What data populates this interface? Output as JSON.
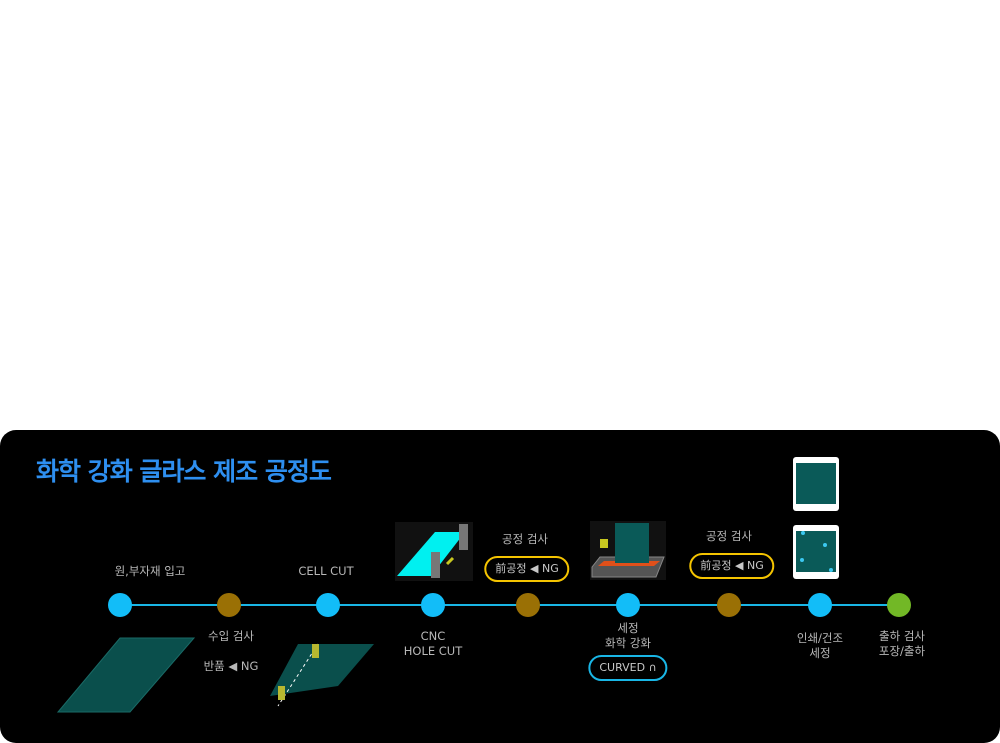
{
  "title": "화학 강화 글라스 제조 공정도",
  "colors": {
    "process": "#12bdf8",
    "inspection": "#9a7005",
    "shipping": "#72b826",
    "line": "#19b6e6",
    "title": "#2e8ff0"
  },
  "steps": [
    {
      "label": "원,부자재 입고",
      "type": "process"
    },
    {
      "label": "수입 검사",
      "type": "inspection",
      "note": "반품 ◀ NG"
    },
    {
      "label": "CELL CUT",
      "type": "process"
    },
    {
      "label": "CNC\nHOLE CUT",
      "type": "process"
    },
    {
      "label": "공정 검사",
      "type": "inspection",
      "note": "前공정 ◀ NG"
    },
    {
      "label": "세정\n화학 강화",
      "type": "process",
      "note": "CURVED ∩"
    },
    {
      "label": "공정 검사",
      "type": "inspection",
      "note": "前공정 ◀ NG"
    },
    {
      "label": "인쇄/건조\n세정",
      "type": "process"
    },
    {
      "label": "출하 검사\n포장/출하",
      "type": "shipping"
    }
  ]
}
